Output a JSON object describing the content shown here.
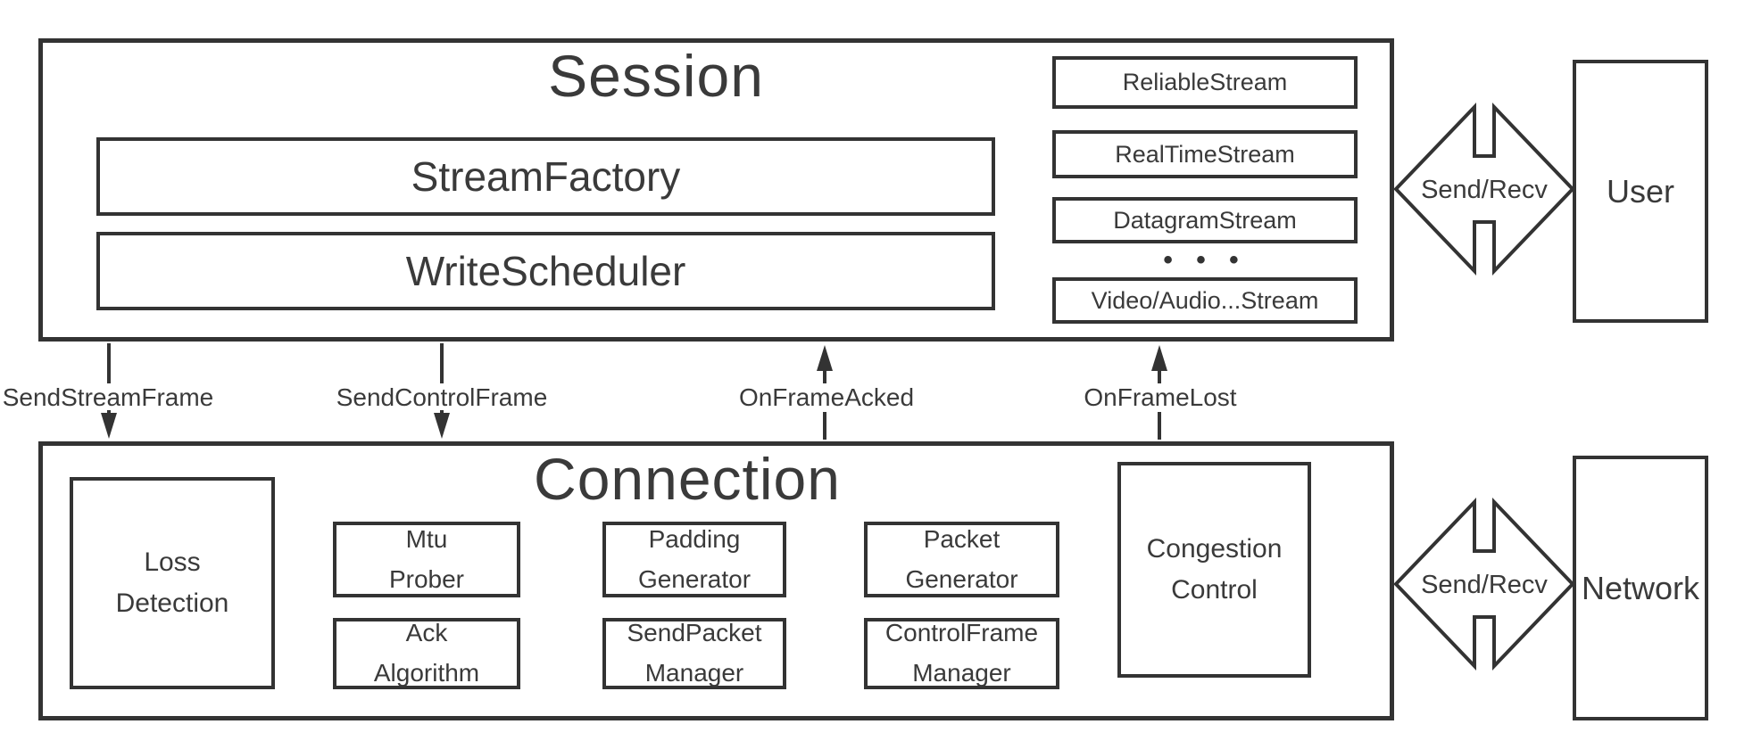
{
  "colors": {
    "stroke": "#333333",
    "text": "#3a3a3a",
    "background": "#ffffff"
  },
  "session": {
    "title": "Session",
    "stream_factory": "StreamFactory",
    "write_scheduler": "WriteScheduler",
    "streams": [
      "ReliableStream",
      "RealTimeStream",
      "DatagramStream",
      "Video/Audio...Stream"
    ],
    "streams_ellipsis": "• • •"
  },
  "connection": {
    "title": "Connection",
    "loss_detection": "Loss\nDetection",
    "mtu_prober": "Mtu\nProber",
    "ack_algorithm": "Ack\nAlgorithm",
    "padding_generator": "Padding\nGenerator",
    "sendpacket_manager": "SendPacket\nManager",
    "packet_generator": "Packet\nGenerator",
    "controlframe_manager": "ControlFrame\nManager",
    "congestion_control": "Congestion\nControl"
  },
  "frames": {
    "send_stream_frame": "SendStreamFrame",
    "send_control_frame": "SendControlFrame",
    "on_frame_acked": "OnFrameAcked",
    "on_frame_lost": "OnFrameLost"
  },
  "connectors": {
    "send_recv": "Send/Recv"
  },
  "endpoints": {
    "user": "User",
    "network": "Network"
  }
}
